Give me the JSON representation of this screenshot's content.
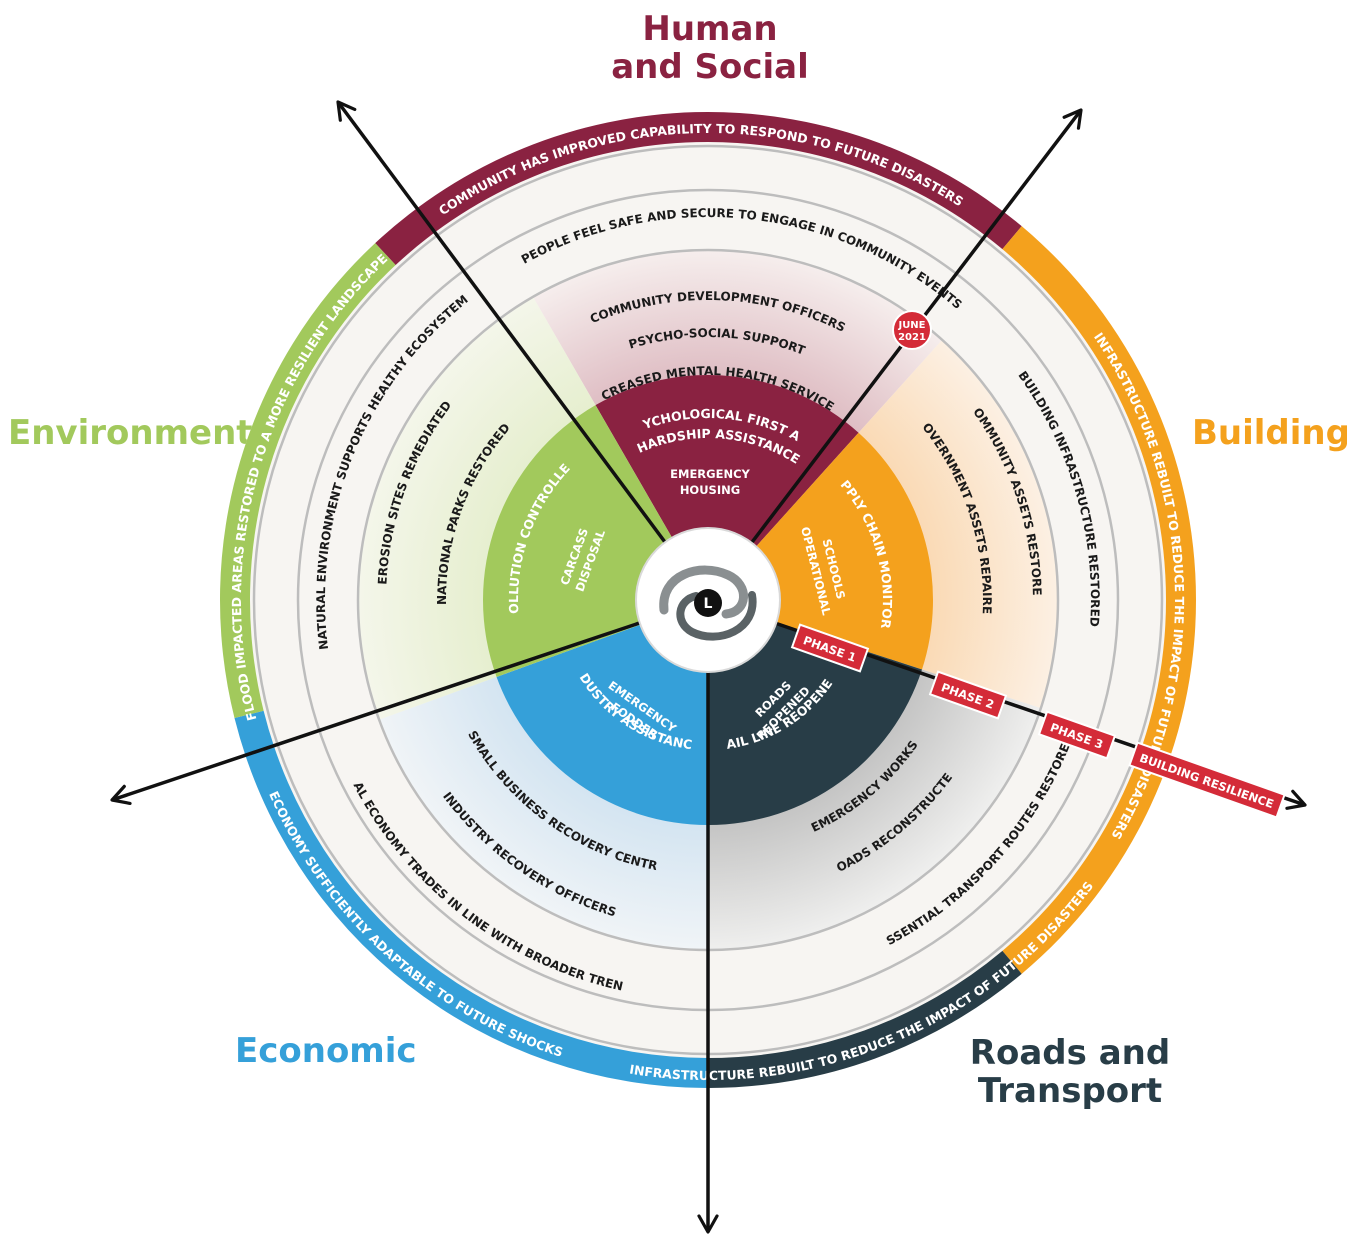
{
  "sectors": {
    "human": {
      "title": [
        "Human",
        "and Social"
      ],
      "color": "#8a2241",
      "outer": "COMMUNITY HAS IMPROVED CAPABILITY TO RESPOND TO FUTURE DISASTERS",
      "phase3": [
        "PEOPLE FEEL SAFE AND SECURE TO ENGAGE IN COMMUNITY EVENTS"
      ],
      "phase2": [
        "COMMUNITY DEVELOPMENT OFFICERS",
        "PSYCHO-SOCIAL SUPPORT",
        "INCREASED MENTAL HEALTH SERVICES"
      ],
      "phase1": [
        "PSYCHOLOGICAL FIRST AID",
        "HARDSHIP ASSISTANCE",
        "EMERGENCY",
        "HOUSING"
      ]
    },
    "building": {
      "title": [
        "Building"
      ],
      "color": "#f4a11d",
      "outer": "INFRASTRUCTURE REBUILT TO REDUCE THE IMPACT OF FUTURE DISASTERS",
      "phase3": [
        "BUILDING INFRASTRUCTURE RESTORED"
      ],
      "phase2": [
        "COMMUNITY ASSETS RESTORED",
        "GOVERNMENT ASSETS REPAIRED"
      ],
      "phase1": [
        "SUPPLY CHAIN MONITORED",
        "SCHOOLS",
        "OPERATIONAL"
      ]
    },
    "roads": {
      "title": [
        "Roads and",
        "Transport"
      ],
      "color": "#283d47",
      "outer": "INFRASTRUCTURE REBUILT TO REDUCE THE IMPACT OF FUTURE DISASTERS",
      "phase3": [
        "ESSENTIAL TRANSPORT ROUTES RESTORED"
      ],
      "phase2": [
        "ROADS RECONSTRUCTED",
        "EMERGENCY WORKS"
      ],
      "phase1": [
        "ROADS",
        "REOPENED",
        "RAIL LINE REOPENED"
      ]
    },
    "economic": {
      "title": [
        "Economic"
      ],
      "color": "#35a0d9",
      "outer": "ECONOMY SUFFICIENTLY ADAPTABLE TO FUTURE SHOCKS",
      "phase3": [
        "LOCAL ECONOMY TRADES IN LINE WITH BROADER TRENDS"
      ],
      "phase2": [
        "INDUSTRY RECOVERY OFFICERS",
        "SMALL BUSINESS RECOVERY CENTRE"
      ],
      "phase1": [
        "EMERGENCY",
        "FODDER",
        "INDUSTRY ASSISTANCE"
      ]
    },
    "environment": {
      "title": [
        "Environment"
      ],
      "color": "#a2c95c",
      "outer": "FLOOD IMPACTED AREAS RESTORED TO A MORE RESILIENT LANDSCAPE",
      "phase3": [
        "NATURAL ENVIRONMENT SUPPORTS HEALTHY ECOSYSTEM"
      ],
      "phase2": [
        "EROSION SITES REMEDIATED",
        "NATIONAL PARKS RESTORED"
      ],
      "phase1": [
        "POLLUTION CONTROLLED",
        "CARCASS",
        "DISPOSAL"
      ]
    }
  },
  "phase_labels": [
    "PHASE 1",
    "PHASE 2",
    "PHASE 3",
    "BUILDING RESILIENCE"
  ],
  "date_badge": [
    "JUNE",
    "2021"
  ],
  "center_logo_letter": "L",
  "colors": {
    "phase_label_bg": "#d42b38",
    "ring_line": "#bdbdbd",
    "arrow": "#111111"
  }
}
